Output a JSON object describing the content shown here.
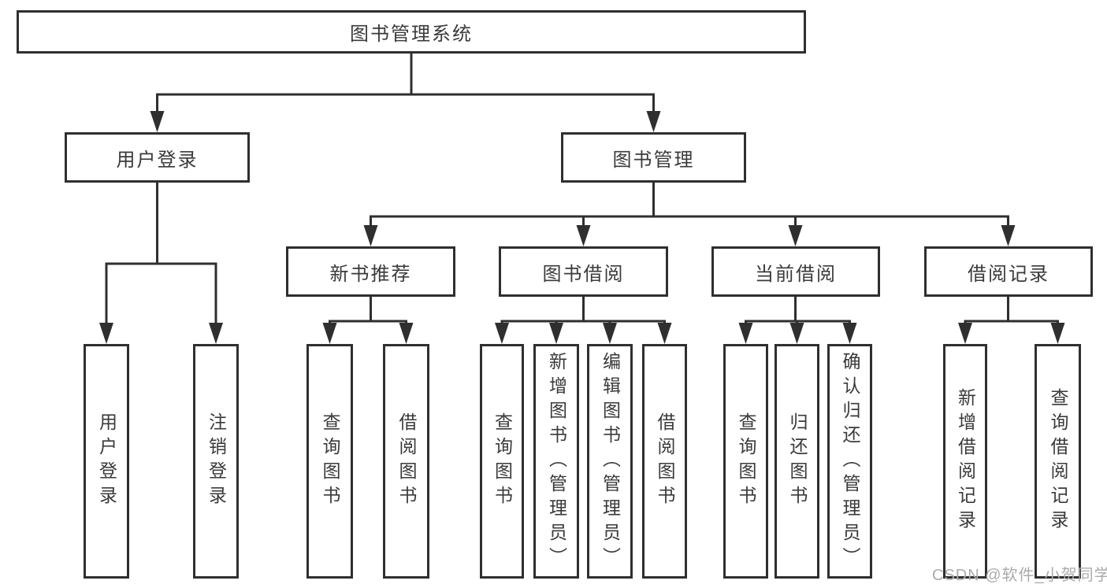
{
  "colors": {
    "line": "#2f2f2f",
    "text": "#3a3a3a",
    "background": "#ffffff",
    "watermark": "#ababab"
  },
  "tree": {
    "root": {
      "label": "图书管理系统"
    },
    "branches": [
      {
        "label": "用户登录",
        "children": [
          {
            "label": "用户登录"
          },
          {
            "label": "注销登录"
          }
        ]
      },
      {
        "label": "图书管理",
        "children": [
          {
            "label": "新书推荐",
            "children": [
              {
                "label": "查询图书"
              },
              {
                "label": "借阅图书"
              }
            ]
          },
          {
            "label": "图书借阅",
            "children": [
              {
                "label": "查询图书"
              },
              {
                "label": "新增图书（管理员）"
              },
              {
                "label": "编辑图书（管理员）"
              },
              {
                "label": "借阅图书"
              }
            ]
          },
          {
            "label": "当前借阅",
            "children": [
              {
                "label": "查询图书"
              },
              {
                "label": "归还图书"
              },
              {
                "label": "确认归还（管理员）"
              }
            ]
          },
          {
            "label": "借阅记录",
            "children": [
              {
                "label": "新增借阅记录"
              },
              {
                "label": "查询借阅记录"
              }
            ]
          }
        ]
      }
    ]
  },
  "watermark": {
    "text": "CSDN @软件_小贺同学"
  }
}
